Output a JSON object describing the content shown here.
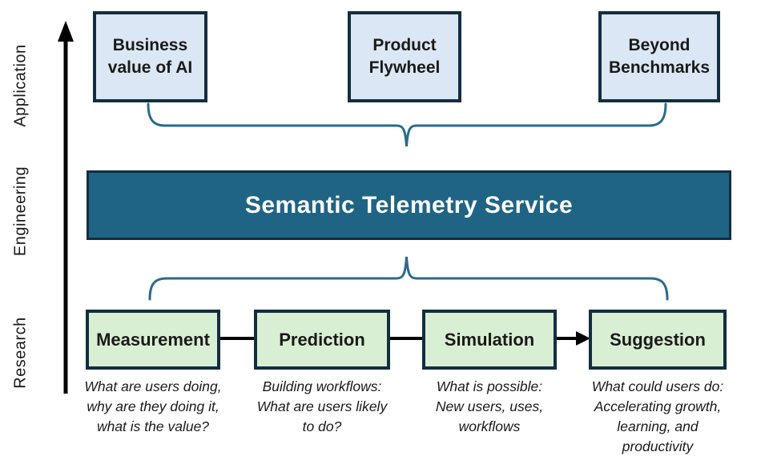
{
  "colors": {
    "background": "#ffffff",
    "border_dark": "#132e41",
    "box_blue": "#dbe7f4",
    "box_green": "#d9efd3",
    "service_teal": "#1f6485",
    "brace_blue": "#2a6a8e",
    "text_dark": "#1a1a1a",
    "text_light": "#ffffff",
    "line_black": "#000000"
  },
  "axis": {
    "labels": [
      "Application",
      "Engineering",
      "Research"
    ]
  },
  "application_layer": {
    "boxes": [
      {
        "label": "Business\nvalue of AI"
      },
      {
        "label": "Product\nFlywheel"
      },
      {
        "label": "Beyond\nBenchmarks"
      }
    ]
  },
  "engineering_layer": {
    "service_label": "Semantic Telemetry Service"
  },
  "research_layer": {
    "stages": [
      {
        "label": "Measurement",
        "caption": "What are users doing,\nwhy are they doing it,\nwhat is the value?"
      },
      {
        "label": "Prediction",
        "caption": "Building workflows:\nWhat are users likely\nto do?"
      },
      {
        "label": "Simulation",
        "caption": "What is possible:\nNew users, uses,\nworkflows"
      },
      {
        "label": "Suggestion",
        "caption": "What could users do:\nAccelerating growth,\nlearning, and\nproductivity"
      }
    ]
  }
}
